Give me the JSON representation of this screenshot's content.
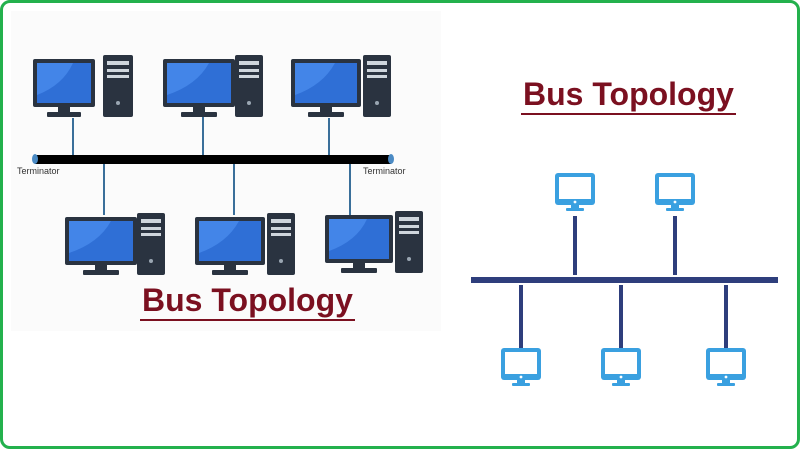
{
  "left_diagram": {
    "heading": "Bus Topology",
    "terminator_left": "Terminator",
    "terminator_right": "Terminator",
    "top_nodes": [
      "pc-1",
      "pc-2",
      "pc-3"
    ],
    "bottom_nodes": [
      "pc-4",
      "pc-5",
      "pc-6"
    ]
  },
  "right_diagram": {
    "heading": "Bus Topology",
    "top_nodes": [
      "node-1",
      "node-2"
    ],
    "bottom_nodes": [
      "node-3",
      "node-4",
      "node-5"
    ]
  },
  "colors": {
    "frame_border": "#23b14d",
    "heading": "#7b1020",
    "bus_left": "#000000",
    "bus_right": "#2e3e7c",
    "monitor_screen": "#2f6fd6",
    "monitor_outline": "#3aa0e0"
  }
}
